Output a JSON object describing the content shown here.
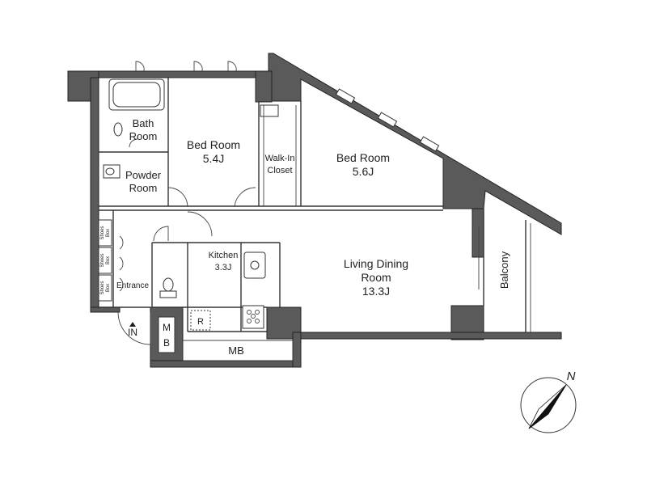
{
  "rooms": {
    "bath": {
      "line1": "Bath",
      "line2": "Room"
    },
    "powder": {
      "line1": "Powder",
      "line2": "Room"
    },
    "bedroom_a": {
      "line1": "Bed Room",
      "line2": "5.4J"
    },
    "closet": {
      "line1": "Walk-In",
      "line2": "Closet"
    },
    "bedroom_b": {
      "line1": "Bed Room",
      "line2": "5.6J"
    },
    "kitchen": {
      "line1": "Kitchen",
      "line2": "3.3J"
    },
    "living": {
      "line1": "Living Dining",
      "line2": "Room",
      "line3": "13.3J"
    },
    "balcony": {
      "label": "Balcony"
    },
    "entrance": {
      "label": "Entrance"
    }
  },
  "shoebox": {
    "line1": "Shoes",
    "line2": "Box"
  },
  "marks": {
    "in": "IN",
    "mb_m": "M",
    "mb_b": "B",
    "mb": "MB",
    "r": "R"
  },
  "compass": {
    "north": "N"
  }
}
